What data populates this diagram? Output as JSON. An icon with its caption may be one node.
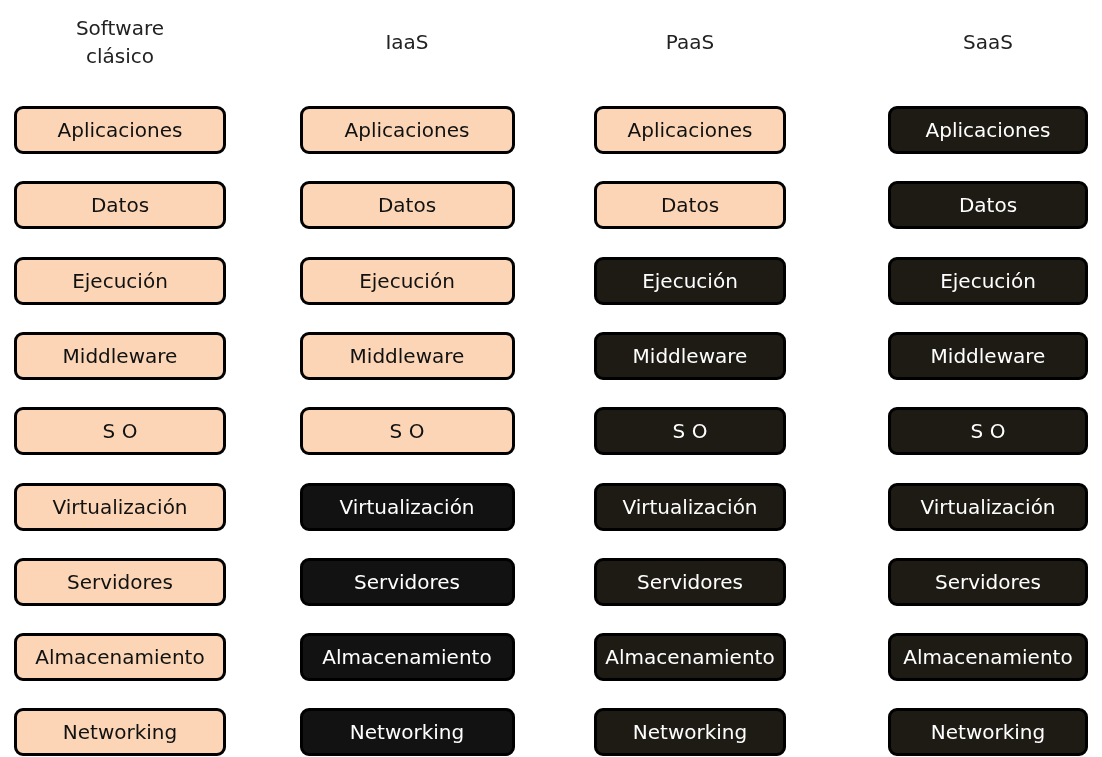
{
  "diagram": {
    "nodes": [
      {
        "text": [
          "Aplicaciones"
        ]
      },
      {
        "text": [
          "Datos"
        ]
      },
      {
        "text": [
          "Ejecución"
        ]
      },
      {
        "text": [
          "Middleware"
        ]
      },
      {
        "text": [
          "S O"
        ]
      },
      {
        "text": [
          "Virtualización"
        ]
      },
      {
        "text": [
          "Servidores"
        ]
      },
      {
        "text": [
          "Almacenamiento"
        ]
      },
      {
        "text": [
          "Networking"
        ]
      },
      {
        "text": [
          "Aplicaciones"
        ]
      },
      {
        "text": [
          "Datos"
        ]
      },
      {
        "text": [
          "Ejecución"
        ]
      },
      {
        "text": [
          "Middleware"
        ]
      },
      {
        "text": [
          "S O"
        ]
      },
      {
        "text": [
          "Virtualización"
        ]
      },
      {
        "text": [
          "Servidores"
        ]
      },
      {
        "text": [
          "Almacenamiento"
        ]
      },
      {
        "text": [
          "Networking"
        ]
      },
      {
        "text": [
          "Aplicaciones"
        ]
      },
      {
        "text": [
          "Datos"
        ]
      },
      {
        "text": [
          "Ejecución"
        ]
      },
      {
        "text": [
          "Middleware"
        ]
      },
      {
        "text": [
          "S O"
        ]
      },
      {
        "text": [
          "Virtualización"
        ]
      },
      {
        "text": [
          "Servidores"
        ]
      },
      {
        "text": [
          "Almacenamiento"
        ]
      },
      {
        "text": [
          "Networking"
        ]
      },
      {
        "text": [
          "Aplicaciones"
        ]
      },
      {
        "text": [
          "Datos"
        ]
      },
      {
        "text": [
          "Ejecución"
        ]
      },
      {
        "text": [
          "Middleware"
        ]
      },
      {
        "text": [
          "S O"
        ]
      },
      {
        "text": [
          "Virtualización"
        ]
      },
      {
        "text": [
          "Servidores"
        ]
      },
      {
        "text": [
          "Almacenamiento"
        ]
      },
      {
        "text": [
          "Networking"
        ]
      }
    ],
    "labels": [
      "Software clásico",
      "IaaS",
      "PaaS",
      "SaaS"
    ]
  }
}
